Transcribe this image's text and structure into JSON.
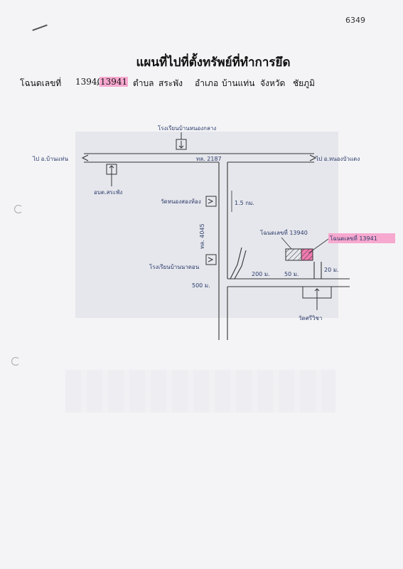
{
  "page_number": "6349",
  "title": "แผนที่ไปที่ตั้งทรัพย์ที่ทำการยึด",
  "deed": {
    "label": "โฉนดเลขที่",
    "numbers_a": "13940",
    "numbers_sep": ",",
    "numbers_b": "13941",
    "tambon_label": "ตำบล",
    "tambon": "สระพัง",
    "amphoe_label": "อำเภอ",
    "amphoe": "บ้านแท่น",
    "province_label": "จังหวัด",
    "province": "ชัยภูมิ"
  },
  "map": {
    "label_top_school": "โรงเรียนบ้านหนองกลาง",
    "label_left_destination": "ไป อ.บ้านแท่น",
    "label_right_destination": "ไป อ.หนองบัวแดง",
    "label_highway": "ทล. 2187",
    "label_subdistrict_office": "อบต.สระพัง",
    "label_temple": "วัดหนองสองห้อง",
    "label_distance_1_5km": "1.5 กม.",
    "label_route_4045": "ทล. 4045",
    "label_school_bottom": "โรงเรียนบ้านนาดอน",
    "label_500m": "500 ม.",
    "label_deed_13940": "โฉนดเลขที่ 13940",
    "label_deed_13941": "โฉนดเลขที่ 13941",
    "label_200m": "200 ม.",
    "label_50m": "50 ม.",
    "label_20m": "20 ม.",
    "label_bottom_temple": "วัดศรีวิชา"
  }
}
